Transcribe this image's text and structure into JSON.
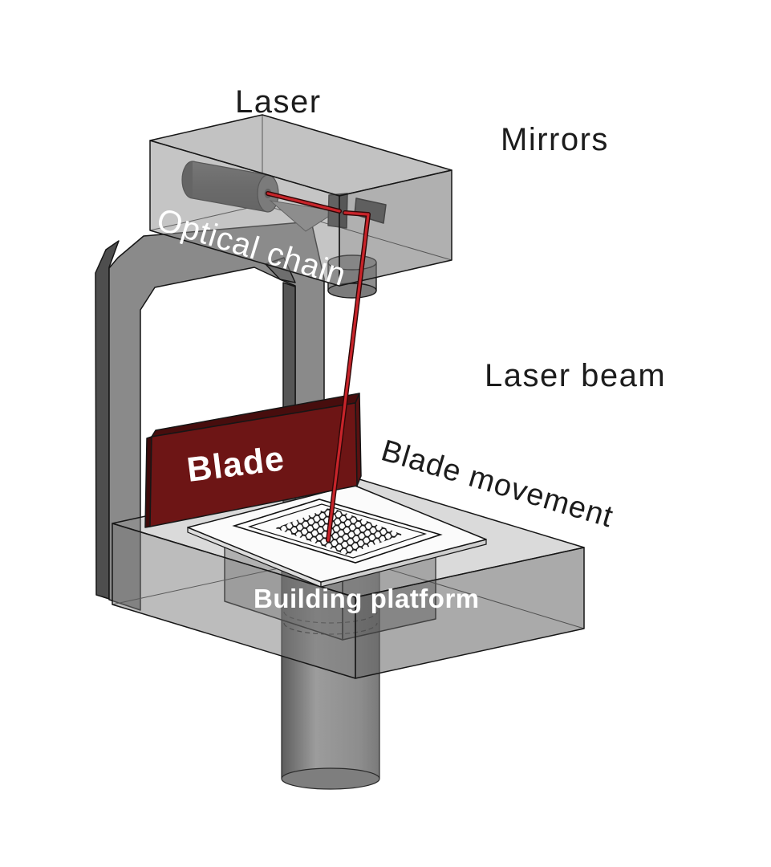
{
  "labels": {
    "laser": "Laser",
    "mirrors": "Mirrors",
    "optical_chain": "Optical chain",
    "laser_beam": "Laser beam",
    "blade": "Blade",
    "blade_movement": "Blade movement",
    "building_platform": "Building platform"
  },
  "colors": {
    "blade_red": "#6d1515",
    "beam_red": "#c8242a",
    "machine_gray": "#8a8a8a",
    "dark_gray": "#4e4e4e",
    "label_black": "#1c1c1c",
    "label_white": "#ffffff",
    "plate_white": "#fbfbfb"
  }
}
